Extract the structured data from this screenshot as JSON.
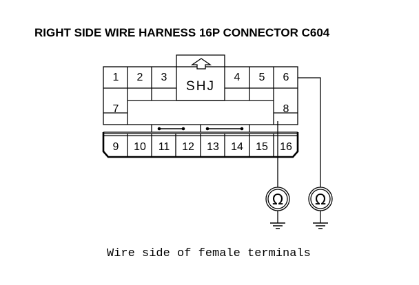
{
  "title": "RIGHT SIDE WIRE HARNESS 16P CONNECTOR C604",
  "caption": "Wire side of female terminals",
  "connector": {
    "lock_label": "SHJ",
    "top_pins": [
      "1",
      "2",
      "3",
      "4",
      "5",
      "6"
    ],
    "middle_pins": [
      "7",
      "8"
    ],
    "bottom_pins": [
      "9",
      "10",
      "11",
      "12",
      "13",
      "14",
      "15",
      "16"
    ]
  },
  "meter_symbol": "Ω",
  "icons": {
    "lock_arrow": "up-arrow-icon",
    "ohmmeter": "ohmmeter-icon",
    "ground": "ground-icon"
  }
}
